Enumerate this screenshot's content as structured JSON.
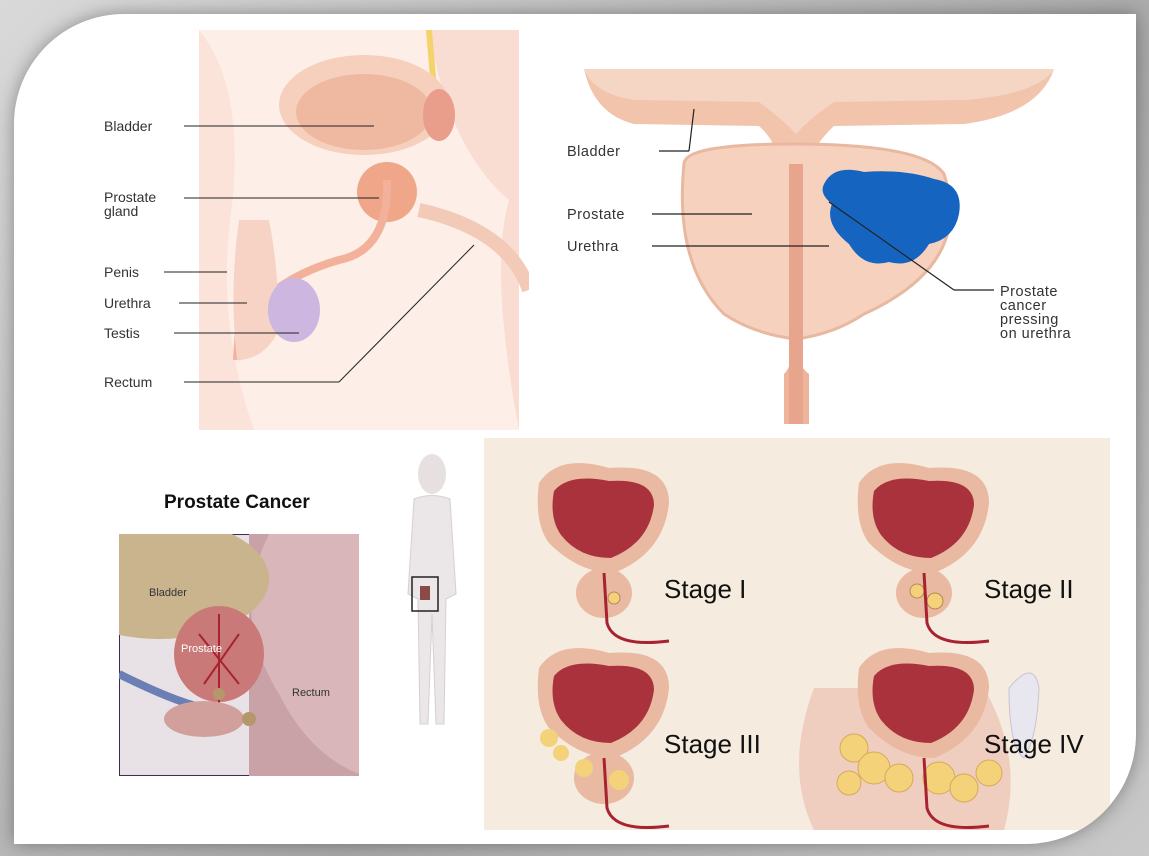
{
  "anatomy_panel": {
    "labels": {
      "bladder": "Bladder",
      "prostate_line1": "Prostate",
      "prostate_line2": "gland",
      "penis": "Penis",
      "urethra": "Urethra",
      "testis": "Testis",
      "rectum": "Rectum"
    }
  },
  "cancer_pressing_panel": {
    "labels": {
      "bladder": "Bladder",
      "prostate": "Prostate",
      "urethra": "Urethra",
      "cancer_line1": "Prostate",
      "cancer_line2": "cancer",
      "cancer_line3": "pressing",
      "cancer_line4": "on urethra"
    },
    "tumor_color": "#1565c0"
  },
  "prostate_cancer_inset": {
    "title": "Prostate Cancer",
    "labels": {
      "bladder": "Bladder",
      "prostate": "Prostate",
      "rectum": "Rectum"
    }
  },
  "stages_panel": {
    "stages": [
      "Stage I",
      "Stage II",
      "Stage III",
      "Stage IV"
    ]
  },
  "colors": {
    "tissue": "#f2c9b2",
    "bladder_inner": "#a9323c",
    "tumor_yellow": "#f3d27a"
  }
}
